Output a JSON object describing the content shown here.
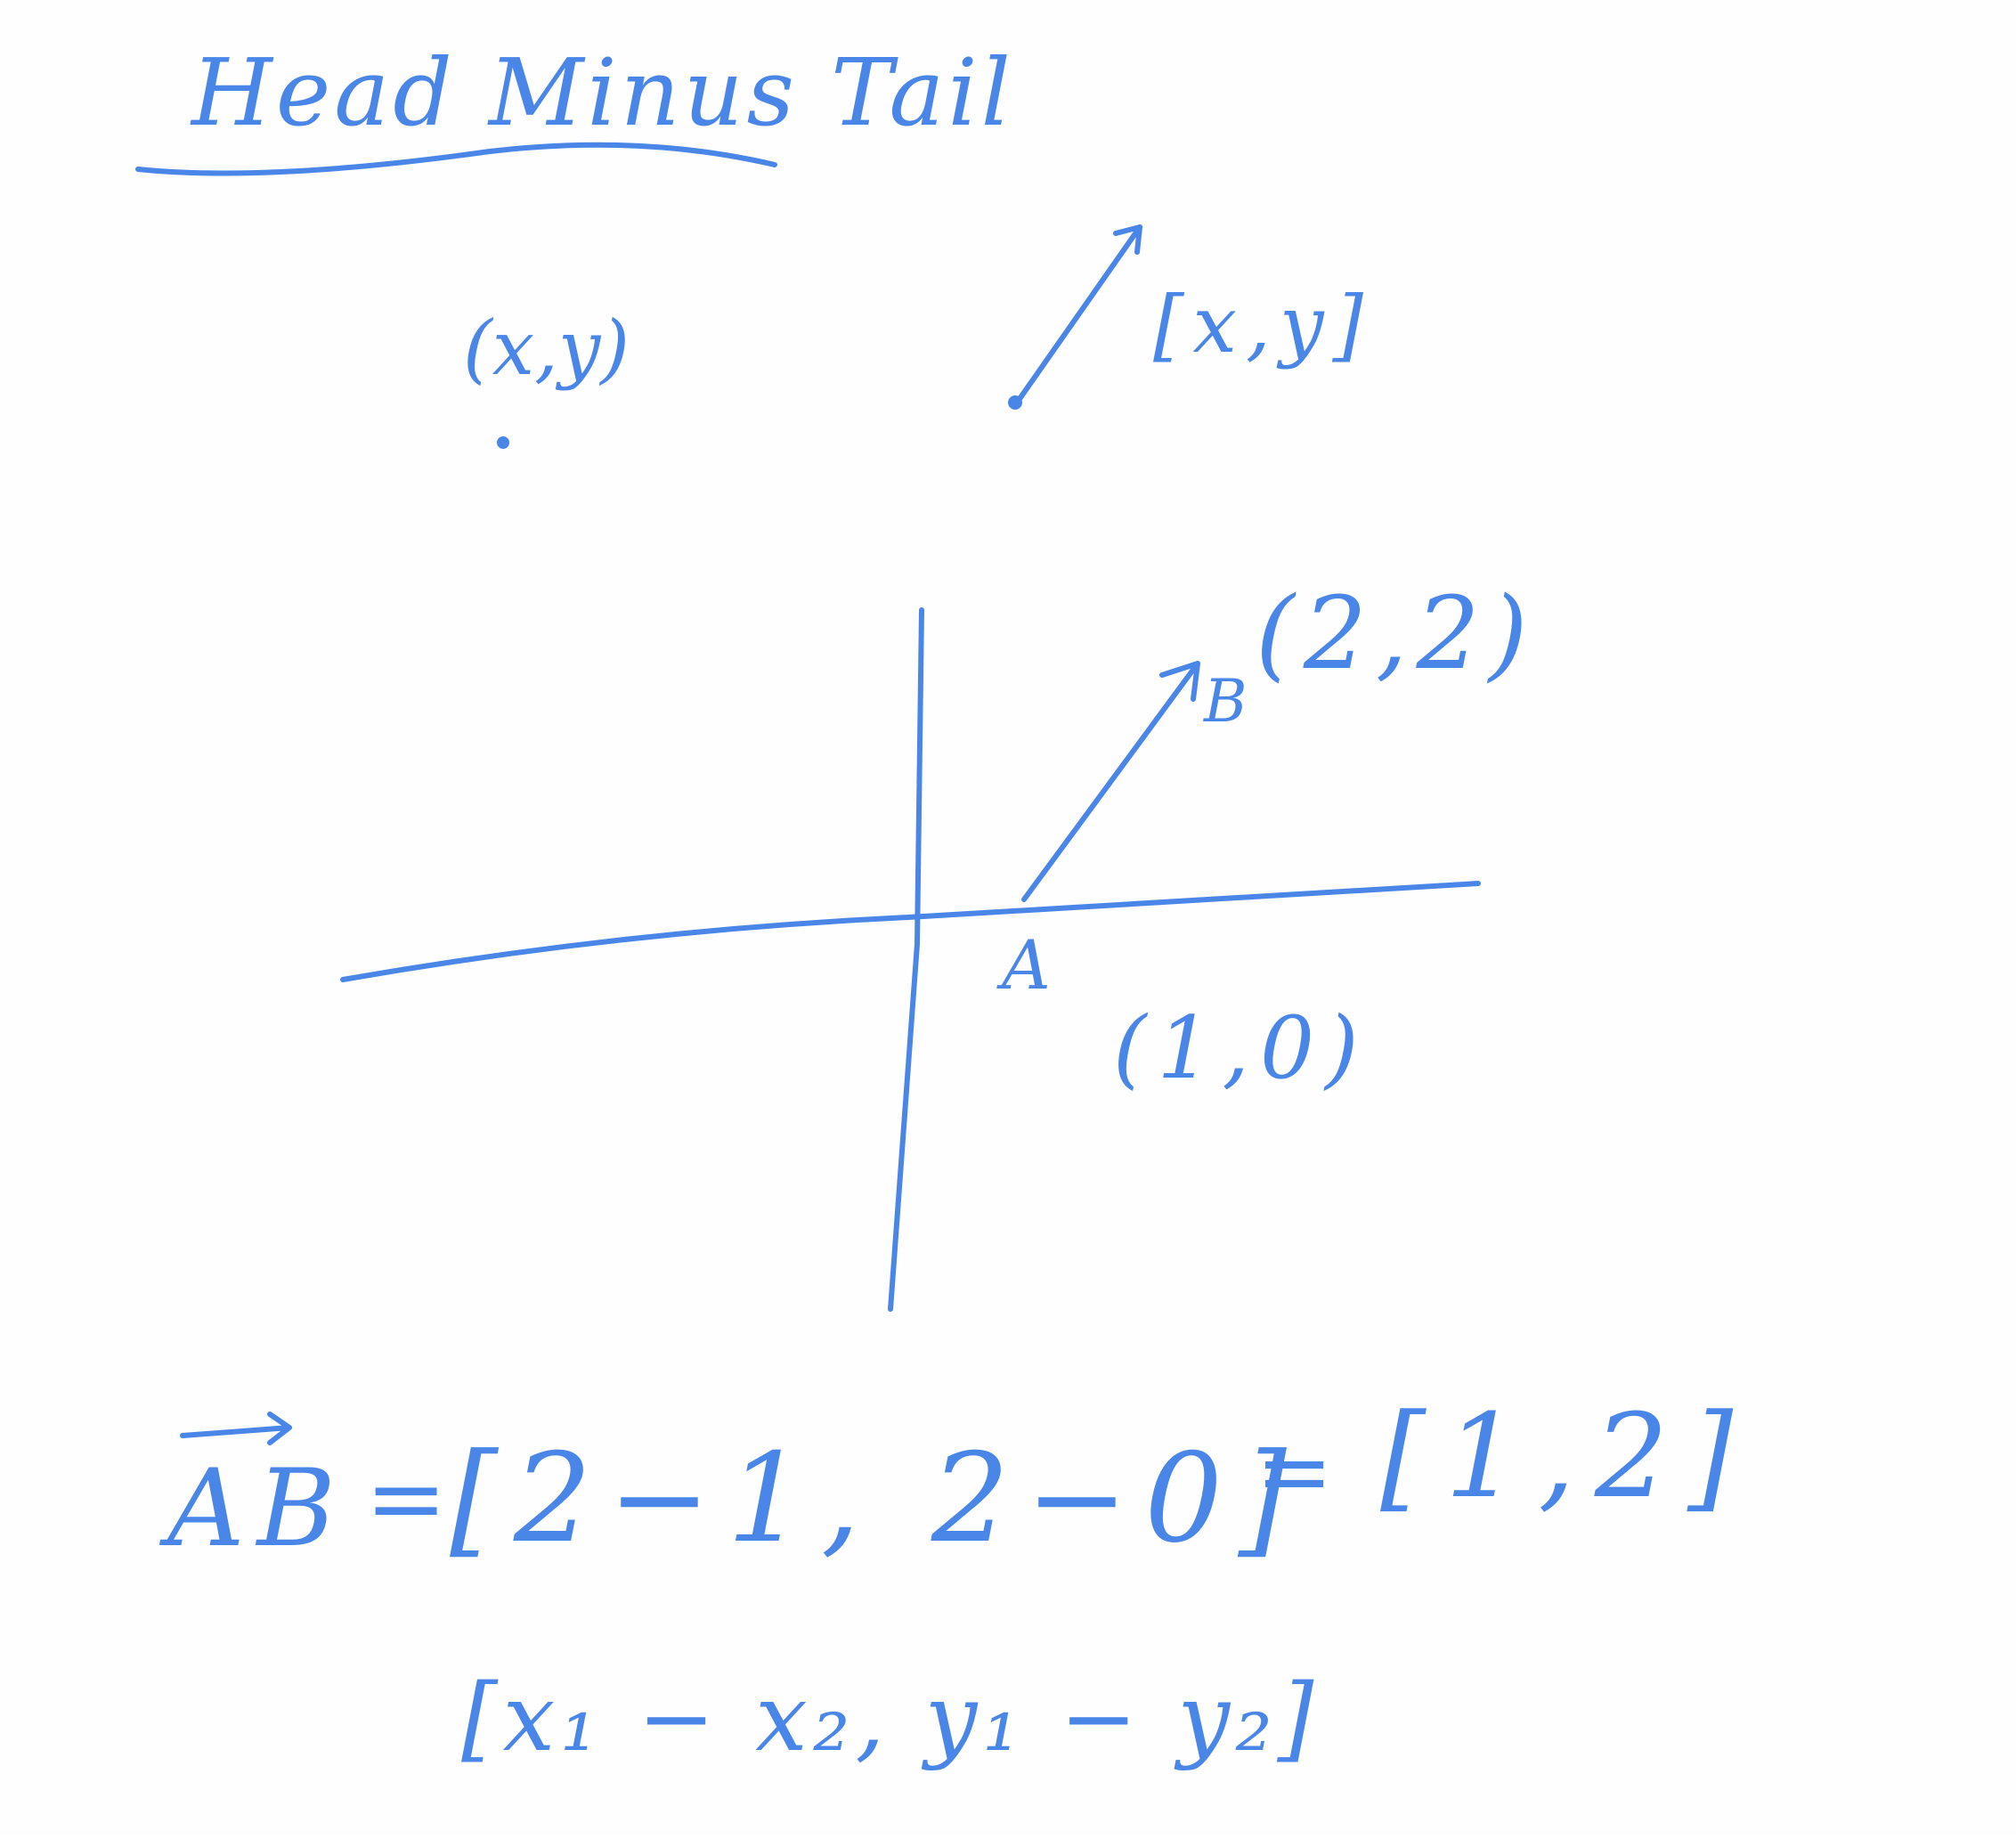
{
  "title": "Head Minus Tail",
  "point_notation": "(x,y)",
  "vector_notation": "[x,y]",
  "point_b": {
    "name": "B",
    "coords": "(2,2)"
  },
  "point_a": {
    "name": "A",
    "coords": "(1,0)"
  },
  "equation": {
    "lhs": "AB",
    "equals": "=",
    "substitution": "[2−1, 2−0]",
    "result_equals": "=",
    "result": "[1,2]",
    "formula": "[x₁ − x₂, y₁ − y₂]"
  },
  "ink_color": "#4a86e8"
}
